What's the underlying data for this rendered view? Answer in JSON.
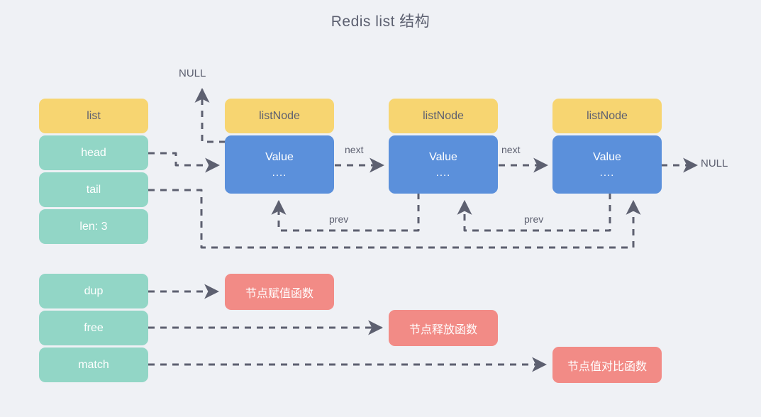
{
  "title": "Redis list 结构",
  "colors": {
    "background": "#eff1f5",
    "header_yellow": "#f7d571",
    "field_teal": "#92d6c6",
    "value_blue": "#5b90db",
    "function_red": "#f28b86",
    "text_dark": "#5d6070",
    "line_gray": "#5d6070"
  },
  "list_struct": {
    "header": "list",
    "fields": [
      {
        "label": "head"
      },
      {
        "label": "tail"
      },
      {
        "label": "len: 3"
      }
    ]
  },
  "nodes": [
    {
      "header": "listNode",
      "value": "Value",
      "dots": "...."
    },
    {
      "header": "listNode",
      "value": "Value",
      "dots": "...."
    },
    {
      "header": "listNode",
      "value": "Value",
      "dots": "...."
    }
  ],
  "edge_labels": {
    "next_1": "next",
    "next_2": "next",
    "prev_1": "prev",
    "prev_2": "prev",
    "null_head": "NULL",
    "null_tail": "NULL"
  },
  "callbacks": [
    {
      "field": "dup",
      "target": "节点赋值函数"
    },
    {
      "field": "free",
      "target": "节点释放函数"
    },
    {
      "field": "match",
      "target": "节点值对比函数"
    }
  ]
}
